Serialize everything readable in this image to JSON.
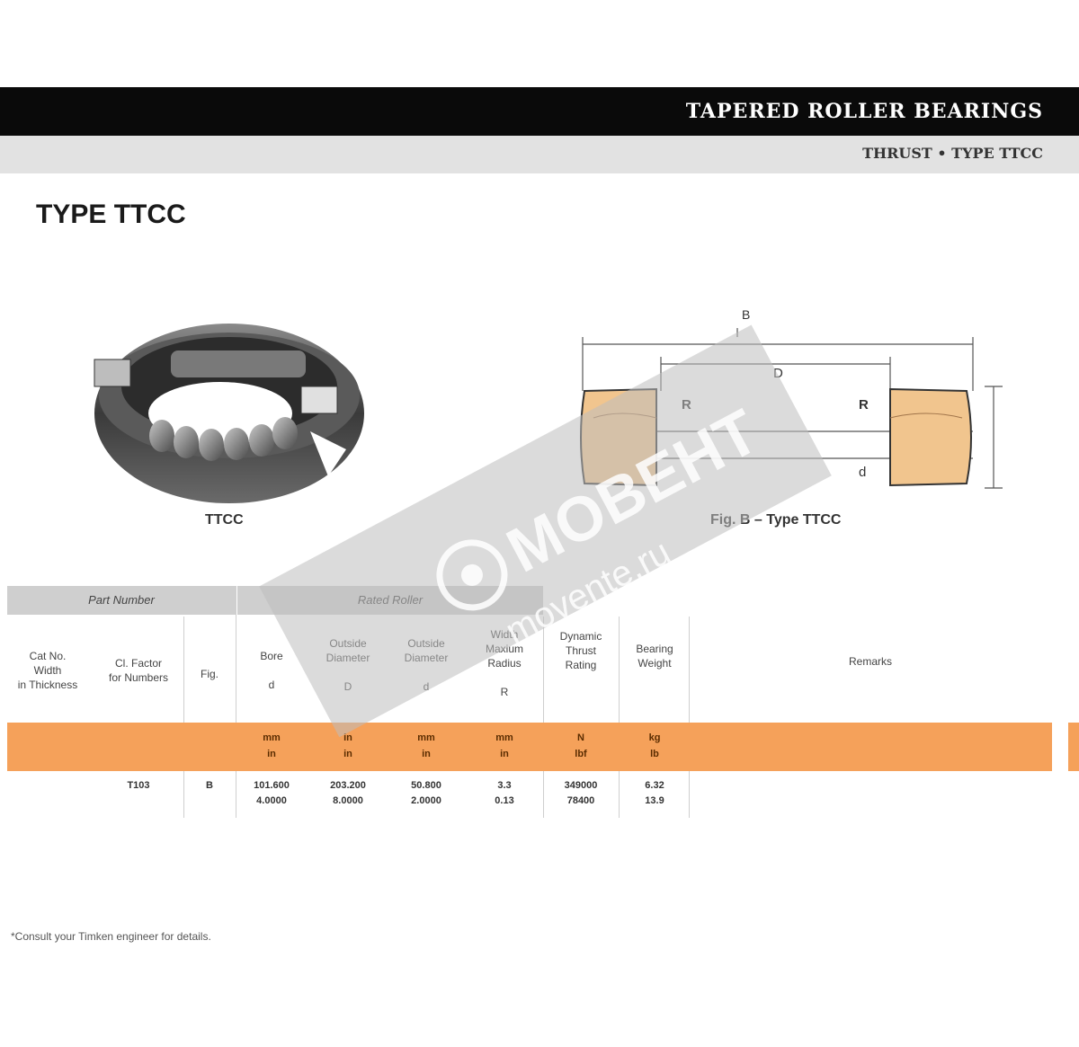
{
  "header": {
    "title": "TAPERED ROLLER BEARINGS",
    "subtitle": "THRUST • TYPE TTCC"
  },
  "page_title": "TYPE TTCC",
  "figures": {
    "bearing_caption": "TTCC",
    "diagram_caption": "Fig. B – Type TTCC",
    "labels": {
      "top_dim": "B",
      "outer_d": "D",
      "inner_d": "d",
      "r_left": "R",
      "r_right": "R"
    }
  },
  "watermark": {
    "brand": "MOBEHT",
    "site": "movente.ru"
  },
  "table": {
    "groups": [
      {
        "label": "Part Number"
      },
      {
        "label": "Rated Roller"
      }
    ],
    "headers": [
      {
        "text": "Cat No.\nWidth\nin Thickness"
      },
      {
        "text": "Cl. Factor\nfor Numbers"
      },
      {
        "text": "Fig."
      },
      {
        "text": "Bore\n\nd"
      },
      {
        "text": "Outside\nDiameter\n\nD"
      },
      {
        "text": "Outside\nDiameter\n\nd"
      },
      {
        "text": "Width\nMaxium\nRadius\n\nR"
      },
      {
        "text": "Dynamic\nThrust\nRating"
      },
      {
        "text": "Bearing\nWeight"
      },
      {
        "text": "Remarks"
      }
    ],
    "units": [
      {
        "text": "mm\nin"
      },
      {
        "text": "in\nin"
      },
      {
        "text": "mm\nin"
      },
      {
        "text": "mm\nin"
      },
      {
        "text": "N\nlbf"
      },
      {
        "text": "kg\nlb"
      }
    ],
    "rows": [
      {
        "part": "T103",
        "fig": "B",
        "bore": "101.600\n4.0000",
        "od": "203.200\n8.0000",
        "od2": "50.800\n2.0000",
        "radius": "3.3\n0.13",
        "rating": "349000\n78400",
        "weight": "6.32\n13.9"
      }
    ]
  },
  "footnote": "*Consult your Timken engineer for details."
}
